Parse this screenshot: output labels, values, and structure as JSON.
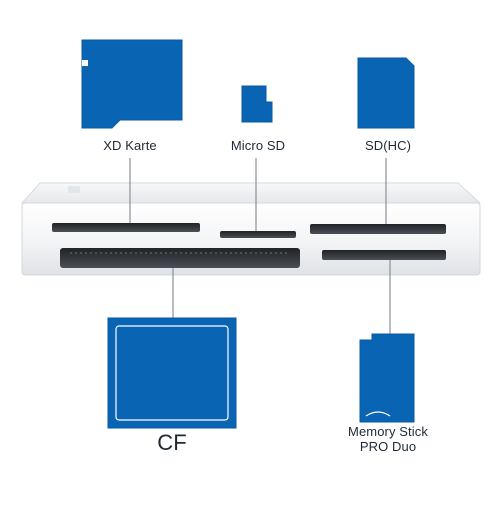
{
  "colors": {
    "card_blue": "#0a64b4",
    "card_edge": "#0a5aa3",
    "device_white": "#f4f5f7",
    "slot_dark": "#2a2d31",
    "connector_line": "#8a9199",
    "label_text": "#1f2a37"
  },
  "cards": {
    "xd": {
      "label": "XD Karte"
    },
    "microsd": {
      "label": "Micro SD"
    },
    "sdhc": {
      "label": "SD(HC)"
    },
    "cf": {
      "label": "CF"
    },
    "memory_stick": {
      "label_line1": "Memory Stick",
      "label_line2": "PRO Duo"
    }
  }
}
